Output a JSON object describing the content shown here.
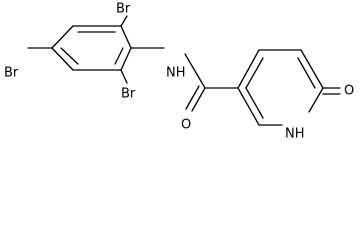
{
  "molecule": {
    "atoms": {
      "br_top": "Br",
      "br_left": "Br",
      "br_bottom": "Br",
      "amide_nh": "NH",
      "carbonyl_o": "O",
      "ring_nh": "NH",
      "ketone_o": "O"
    },
    "colors": {
      "bond": "#000000",
      "label": "#000000",
      "background": "#ffffff"
    }
  }
}
